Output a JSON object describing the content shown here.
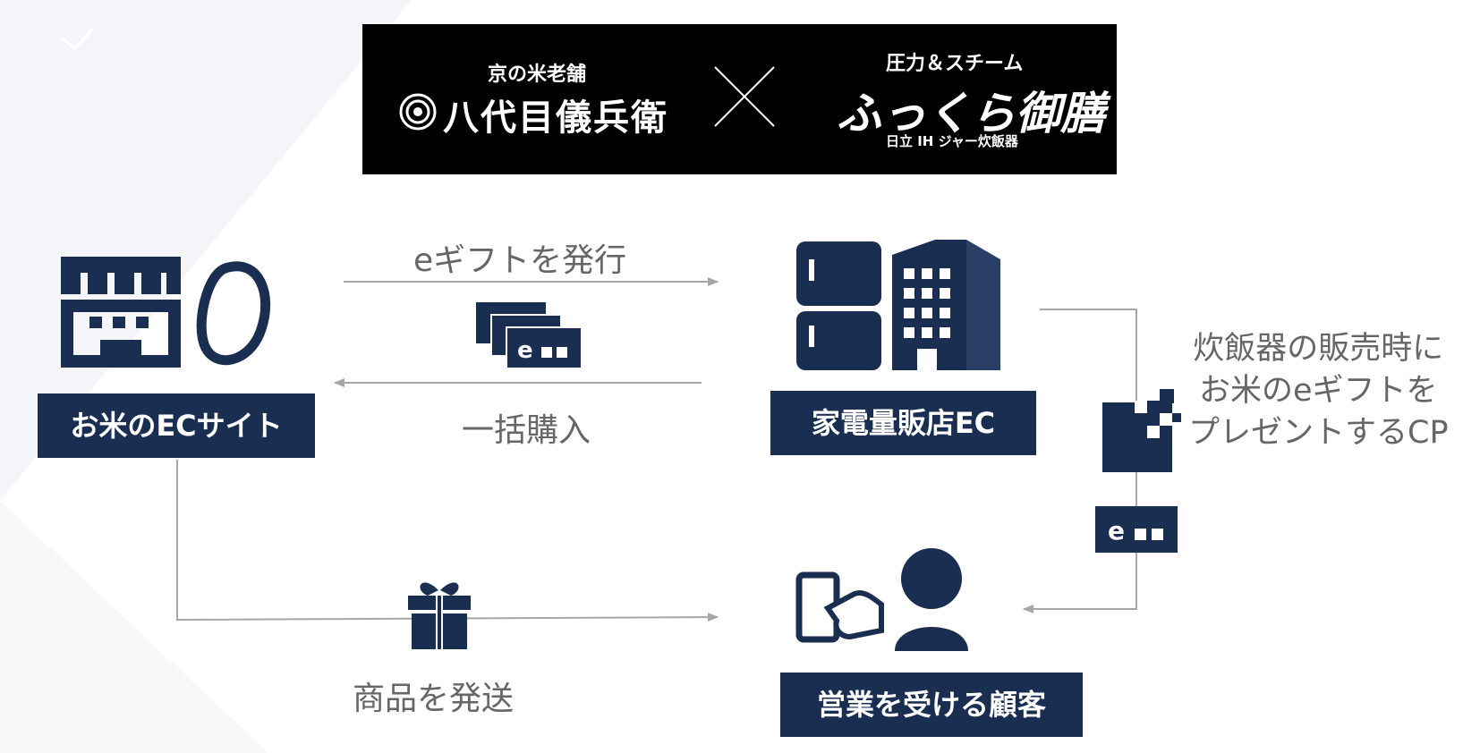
{
  "banner": {
    "brand1_small": "京の米老舗",
    "brand1_name": "八代目儀兵衛",
    "brand2_small": "圧力＆スチーム",
    "brand2_name": "ふっくら御膳",
    "brand2_sub": "日立 IH ジャー炊飯器"
  },
  "nodes": {
    "rice_ec": "お米のECサイト",
    "appliance_ec": "家電量販店EC",
    "customer": "営業を受ける顧客"
  },
  "flows": {
    "issue_egift": "eギフトを発行",
    "bulk_purchase": "一括購入",
    "ship_product": "商品を発送"
  },
  "campaign": {
    "line1": "炊飯器の販売時に",
    "line2": "お米のeギフトを",
    "line3": "プレゼントするCP"
  },
  "colors": {
    "navy": "#1a2e52",
    "gray_text": "#666666",
    "arrow": "#a6a6a6"
  }
}
